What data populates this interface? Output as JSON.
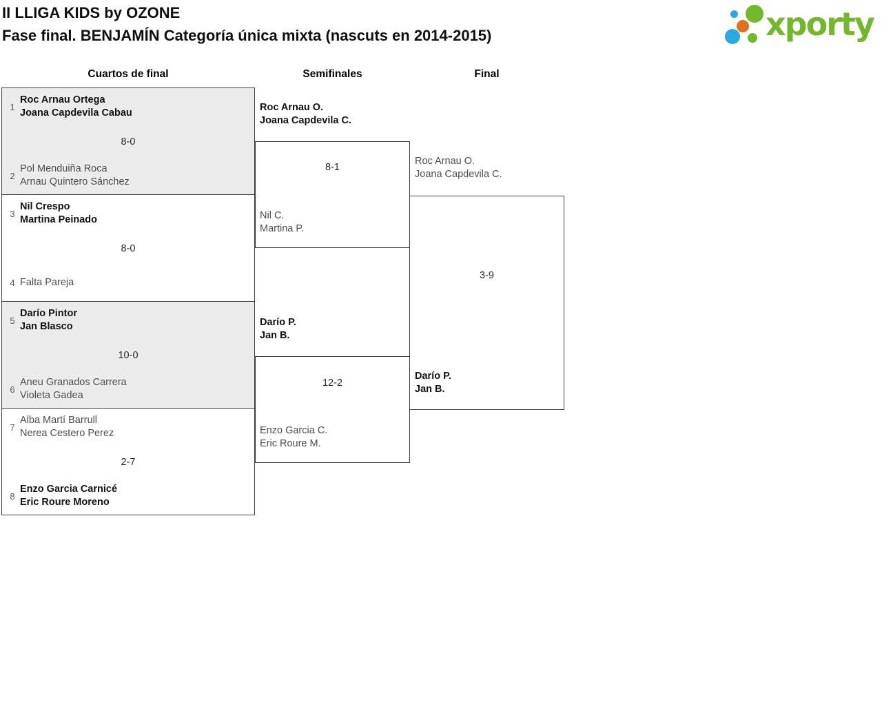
{
  "header": {
    "title": "II LLIGA KIDS by OZONE",
    "subtitle": "Fase final. BENJAMÍN Categoría única mixta (nascuts en 2014-2015)"
  },
  "logo": {
    "text": "xporty",
    "brand_green": "#73b82c",
    "brand_blue": "#29a9e1",
    "brand_orange": "#e2711d"
  },
  "rounds": {
    "quarterfinals": "Cuartos de final",
    "semifinals": "Semifinales",
    "final": "Final"
  },
  "bracket": {
    "quarterfinals": [
      {
        "seed1": "1",
        "team1": [
          "Roc Arnau Ortega",
          "Joana Capdevila Cabau"
        ],
        "score": "8-0",
        "seed2": "2",
        "team2": [
          "Pol Menduiña Roca",
          "Arnau Quintero Sánchez"
        ],
        "winner": "team1"
      },
      {
        "seed1": "3",
        "team1": [
          "Nil Crespo",
          "Martina Peinado"
        ],
        "score": "8-0",
        "seed2": "4",
        "team2": [
          "Falta Pareja"
        ],
        "winner": "team1"
      },
      {
        "seed1": "5",
        "team1": [
          "Darío Pintor",
          "Jan Blasco"
        ],
        "score": "10-0",
        "seed2": "6",
        "team2": [
          "Aneu Granados Carrera",
          "Violeta Gadea"
        ],
        "winner": "team1"
      },
      {
        "seed1": "7",
        "team1": [
          "Alba Martí Barrull",
          "Nerea Cestero Perez"
        ],
        "score": "2-7",
        "seed2": "8",
        "team2": [
          "Enzo Garcia Carnicé",
          "Eric Roure Moreno"
        ],
        "winner": "team2"
      }
    ],
    "semifinals": [
      {
        "team1": [
          "Roc Arnau O.",
          "Joana Capdevila C."
        ],
        "score": "8-1",
        "team2": [
          "Nil C.",
          "Martina P."
        ],
        "winner": "team1"
      },
      {
        "team1": [
          "Darío P.",
          "Jan B."
        ],
        "score": "12-2",
        "team2": [
          "Enzo Garcia C.",
          "Eric Roure M."
        ],
        "winner": "team1"
      }
    ],
    "final": {
      "team1": [
        "Roc Arnau O.",
        "Joana Capdevila C."
      ],
      "score": "3-9",
      "team2": [
        "Darío P.",
        "Jan B."
      ],
      "winner": "team2"
    }
  }
}
